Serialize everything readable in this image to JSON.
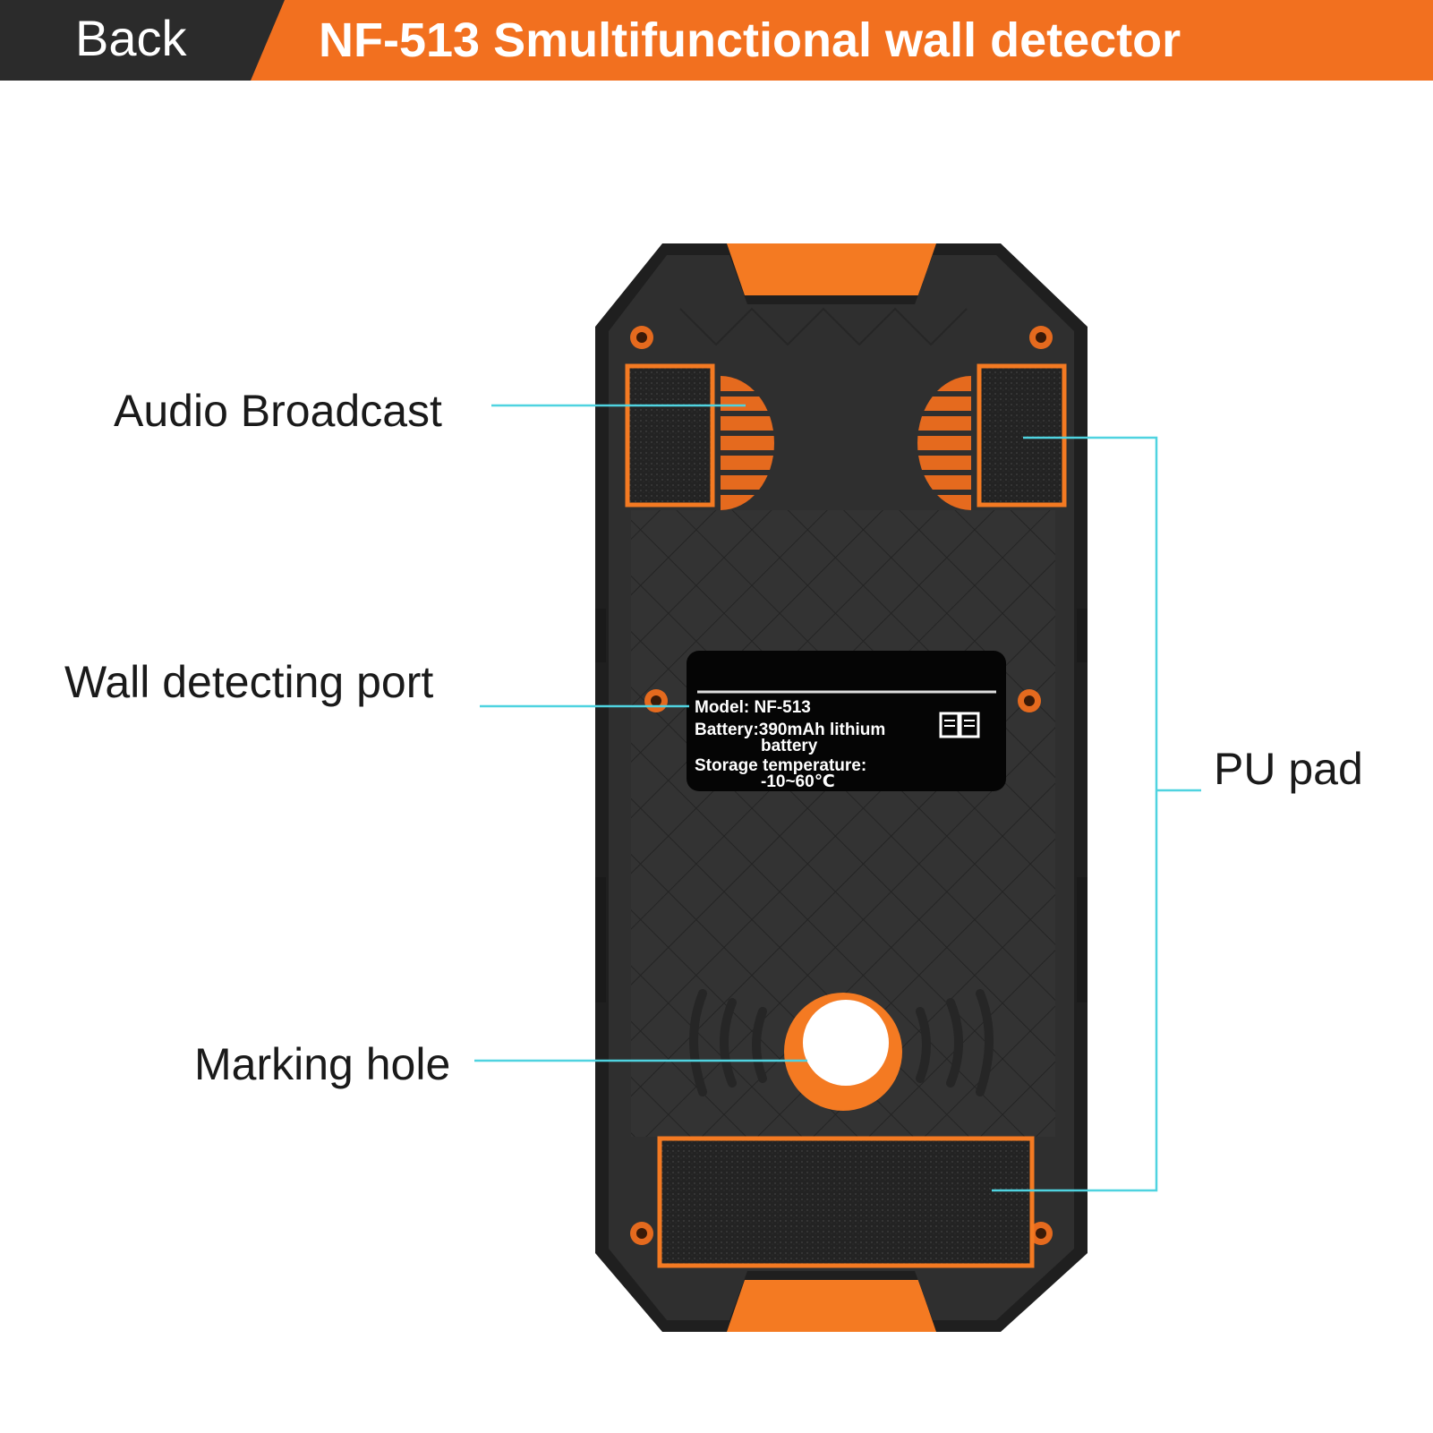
{
  "header": {
    "back_label": "Back",
    "title": "NF-513 Smultifunctional wall detector"
  },
  "callouts": {
    "audio_broadcast": "Audio Broadcast",
    "wall_detecting_port": "Wall detecting port",
    "marking_hole": "Marking hole",
    "pu_pad": "PU pad"
  },
  "device_label": {
    "model": "Model: NF-513",
    "battery_line1": "Battery:390mAh lithium",
    "battery_line2": "battery",
    "storage_line1": "Storage temperature:",
    "storage_line2": "-10~60℃"
  },
  "colors": {
    "accent_orange": "#f2701f",
    "header_dark": "#2b2b2b",
    "device_body": "#2e2e2e",
    "leader_line": "#4fd3e0"
  },
  "icons": [
    "book-icon"
  ]
}
